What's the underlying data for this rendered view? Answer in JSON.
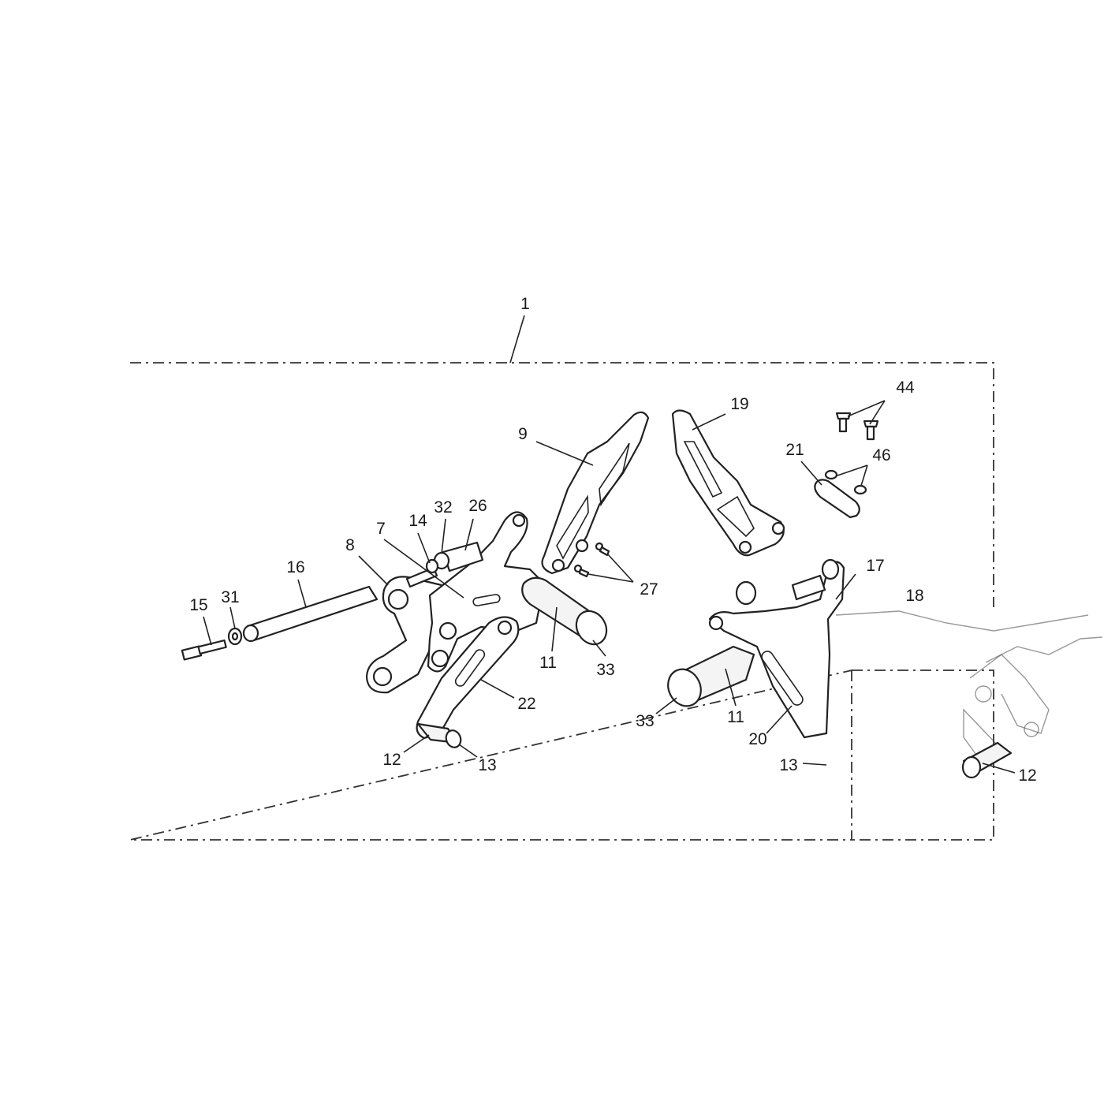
{
  "diagram": {
    "callouts": [
      {
        "id": "c1",
        "label": "1"
      },
      {
        "id": "c44",
        "label": "44"
      },
      {
        "id": "c19",
        "label": "19"
      },
      {
        "id": "c9",
        "label": "9"
      },
      {
        "id": "c21",
        "label": "21"
      },
      {
        "id": "c46",
        "label": "46"
      },
      {
        "id": "c32",
        "label": "32"
      },
      {
        "id": "c26",
        "label": "26"
      },
      {
        "id": "c14",
        "label": "14"
      },
      {
        "id": "c7",
        "label": "7"
      },
      {
        "id": "c8",
        "label": "8"
      },
      {
        "id": "c16",
        "label": "16"
      },
      {
        "id": "c15",
        "label": "15"
      },
      {
        "id": "c31",
        "label": "31"
      },
      {
        "id": "c27",
        "label": "27"
      },
      {
        "id": "c17",
        "label": "17"
      },
      {
        "id": "c18",
        "label": "18"
      },
      {
        "id": "c11a",
        "label": "11"
      },
      {
        "id": "c33a",
        "label": "33"
      },
      {
        "id": "c22",
        "label": "22"
      },
      {
        "id": "c12a",
        "label": "12"
      },
      {
        "id": "c13a",
        "label": "13"
      },
      {
        "id": "c33b",
        "label": "33"
      },
      {
        "id": "c11b",
        "label": "11"
      },
      {
        "id": "c20",
        "label": "20"
      },
      {
        "id": "c13b",
        "label": "13"
      },
      {
        "id": "c12b",
        "label": "12"
      }
    ]
  }
}
